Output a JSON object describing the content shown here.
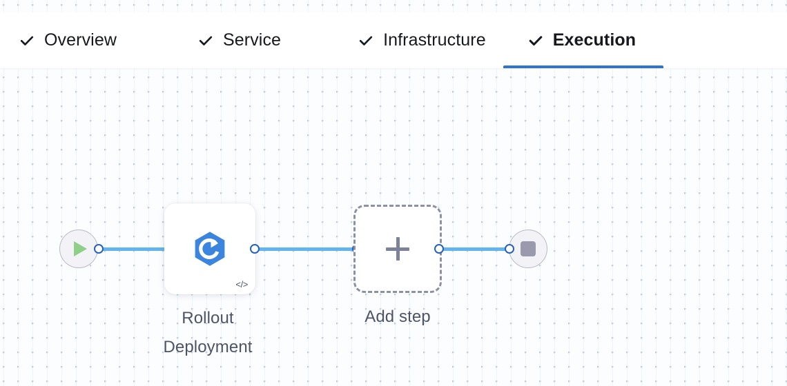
{
  "tabbar": {
    "tabs": [
      {
        "label": "Overview",
        "icon": "check-icon",
        "completed": true,
        "active": false
      },
      {
        "label": "Service",
        "icon": "check-icon",
        "completed": true,
        "active": false
      },
      {
        "label": "Infrastructure",
        "icon": "check-icon",
        "completed": true,
        "active": false
      },
      {
        "label": "Execution",
        "icon": "check-icon",
        "completed": true,
        "active": true
      }
    ],
    "active_underline_color": "#2f74d0"
  },
  "flow": {
    "nodes": [
      {
        "id": "start",
        "type": "start",
        "icon": "play-icon",
        "label": "",
        "icon_color": "#8ed08a"
      },
      {
        "id": "rollout-deployment",
        "type": "step",
        "icon": "rollout-deployment-icon",
        "label": "Rollout\nDeployment",
        "icon_color": "#3b85de",
        "badge": "</>"
      },
      {
        "id": "add-step",
        "type": "add",
        "icon": "plus-icon",
        "label": "Add step",
        "icon_color": "#7c8298"
      },
      {
        "id": "end",
        "type": "end",
        "icon": "stop-icon",
        "label": "",
        "icon_color": "#9a9aae"
      }
    ],
    "edges": [
      {
        "from": "start",
        "to": "rollout-deployment"
      },
      {
        "from": "rollout-deployment",
        "to": "add-step"
      },
      {
        "from": "add-step",
        "to": "end"
      }
    ],
    "edge_color": "#62b4ef",
    "port_color": "#2560c0"
  }
}
